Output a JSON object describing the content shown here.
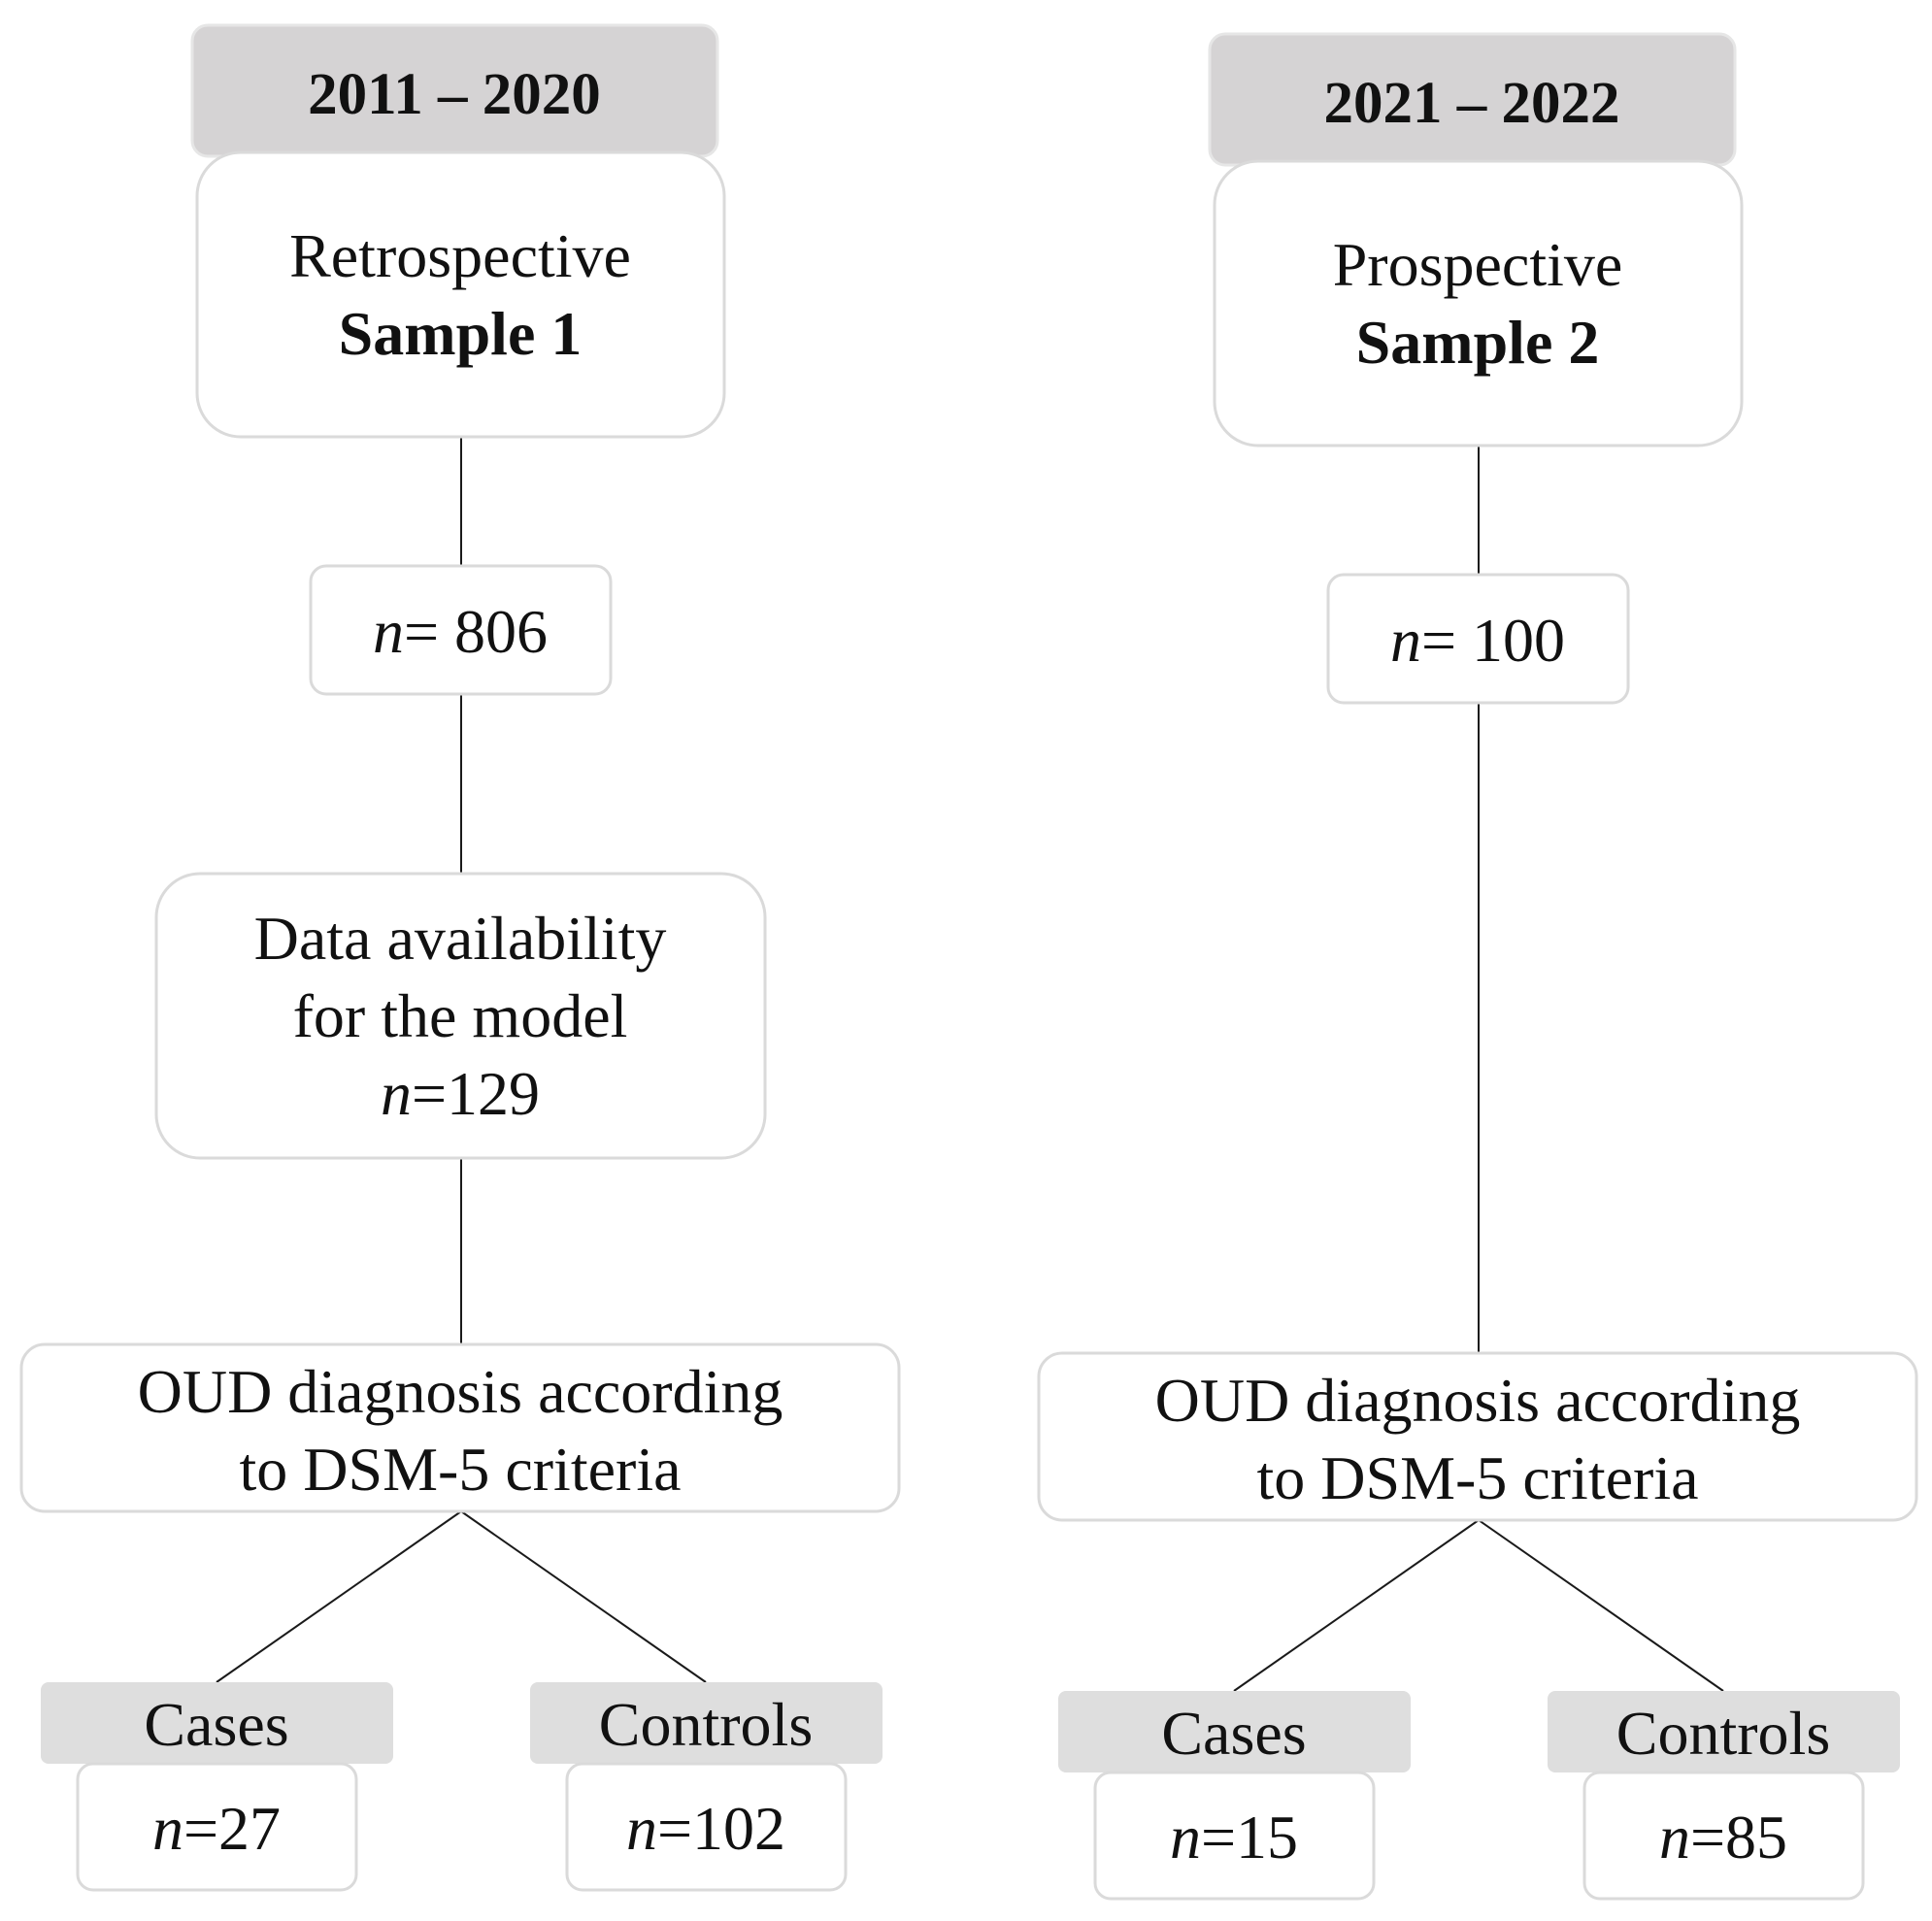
{
  "colors": {
    "header_fill": "#d5d3d4",
    "subheader_fill": "#dedede",
    "box_stroke": "#dadada",
    "line": "#1a1a1a",
    "text": "#111111"
  },
  "samples": [
    {
      "period": "2011 – 2020",
      "design": "Retrospective",
      "name": "Sample 1",
      "n_var": "n",
      "n_rest": "= 806",
      "availability": {
        "line1": "Data availability",
        "line2": "for the model",
        "n_var": "n",
        "n_rest": "=129"
      },
      "diagnosis": {
        "line1": "OUD diagnosis according",
        "line2": "to DSM-5 criteria"
      },
      "cases": {
        "label": "Cases",
        "n_var": "n",
        "n_rest": "=27"
      },
      "controls": {
        "label": "Controls",
        "n_var": "n",
        "n_rest": "=102"
      }
    },
    {
      "period": "2021 – 2022",
      "design": "Prospective",
      "name": "Sample 2",
      "n_var": "n",
      "n_rest": "= 100",
      "diagnosis": {
        "line1": "OUD diagnosis according",
        "line2": "to DSM-5 criteria"
      },
      "cases": {
        "label": "Cases",
        "n_var": "n",
        "n_rest": "=15"
      },
      "controls": {
        "label": "Controls",
        "n_var": "n",
        "n_rest": "=85"
      }
    }
  ]
}
